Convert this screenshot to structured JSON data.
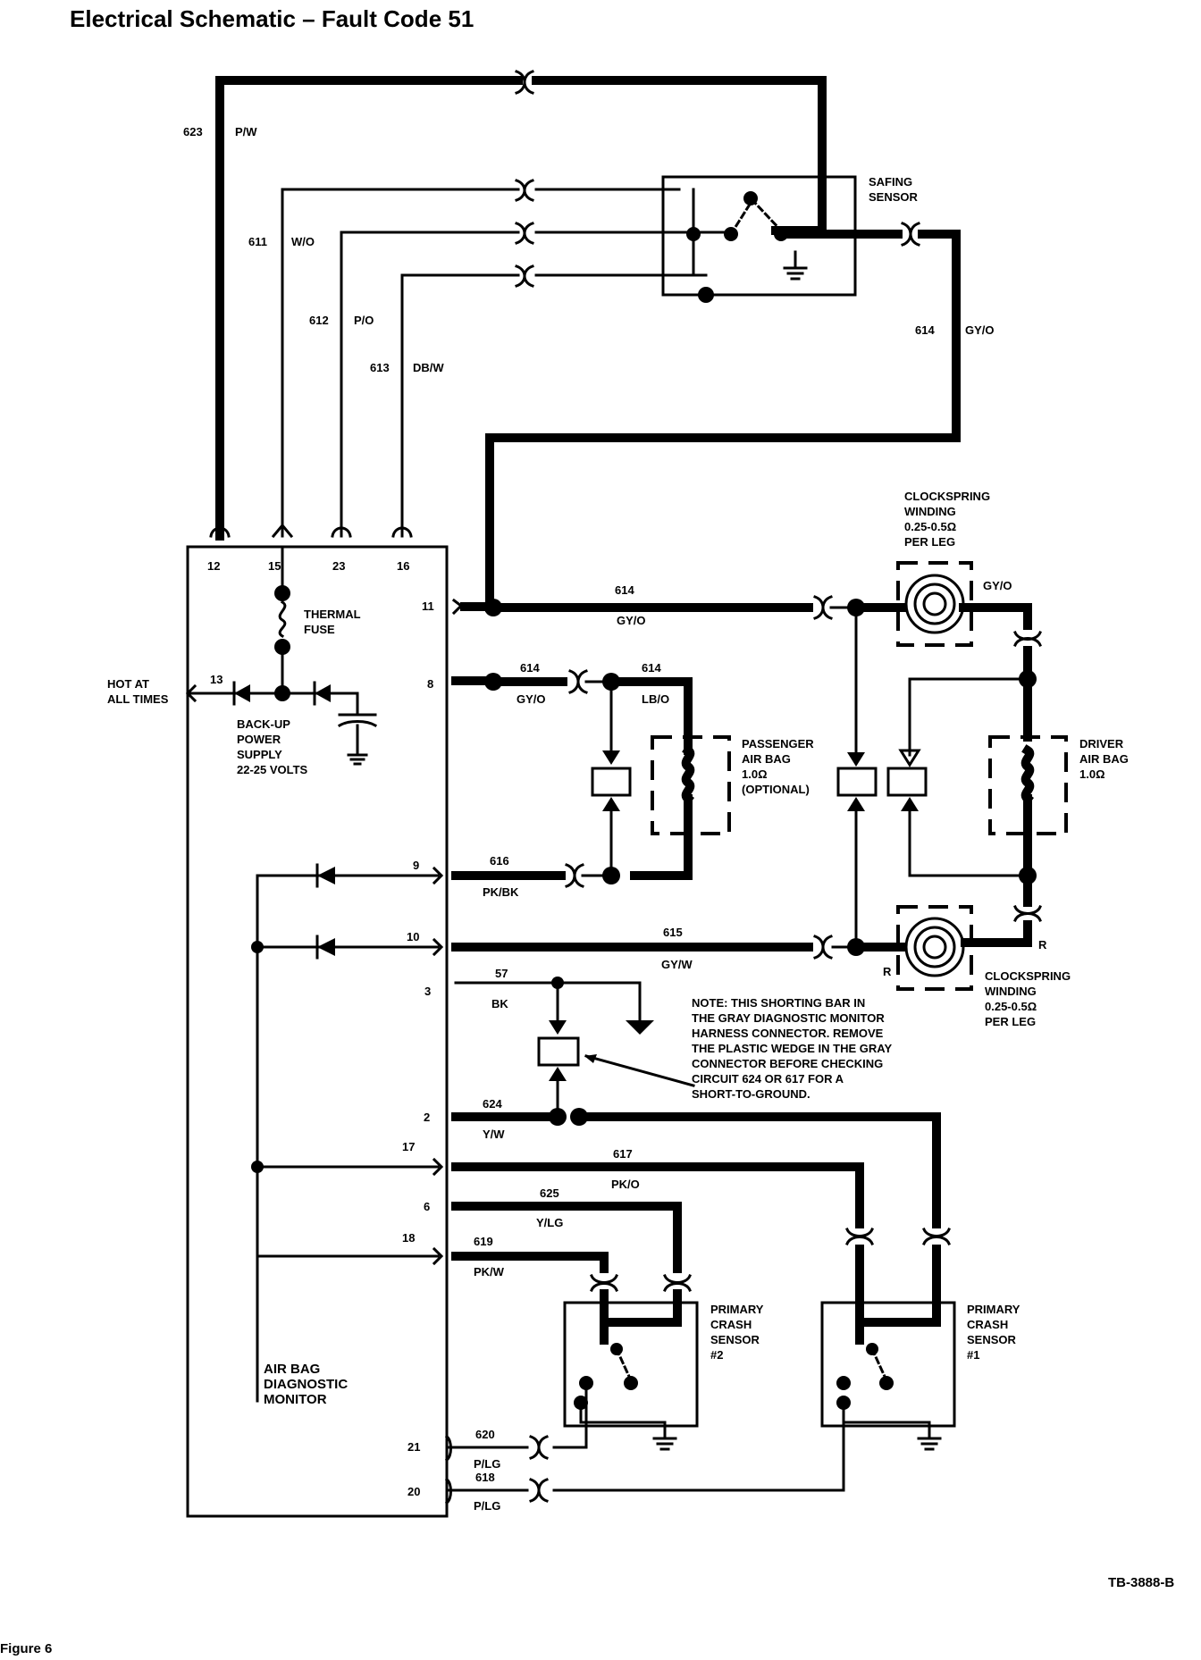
{
  "title": "Electrical Schematic – Fault Code 51",
  "figure_label": "Figure 6",
  "drawing_number": "TB-3888-B",
  "components": {
    "monitor": "AIR BAG DIAGNOSTIC MONITOR",
    "safing_sensor": [
      "SAFING",
      "SENSOR"
    ],
    "thermal_fuse": [
      "THERMAL",
      "FUSE"
    ],
    "hot_at_all_times": [
      "HOT AT",
      "ALL TIMES"
    ],
    "backup_supply": [
      "BACK-UP",
      "POWER",
      "SUPPLY",
      "22-25 VOLTS"
    ],
    "passenger_air_bag": [
      "PASSENGER",
      "AIR BAG",
      "1.0Ω",
      "(OPTIONAL)"
    ],
    "driver_air_bag": [
      "DRIVER",
      "AIR BAG",
      "1.0Ω"
    ],
    "clockspring_top": [
      "CLOCKSPRING",
      "WINDING",
      "0.25-0.5Ω",
      "PER LEG"
    ],
    "clockspring_bottom": [
      "CLOCKSPRING",
      "WINDING",
      "0.25-0.5Ω",
      "PER LEG"
    ],
    "crash_sensor_2": [
      "PRIMARY",
      "CRASH",
      "SENSOR",
      "#2"
    ],
    "crash_sensor_1": [
      "PRIMARY",
      "CRASH",
      "SENSOR",
      "#1"
    ],
    "note": [
      "NOTE:  THIS SHORTING BAR IN",
      "THE GRAY DIAGNOSTIC MONITOR",
      "HARNESS CONNECTOR. REMOVE",
      "THE PLASTIC WEDGE IN THE GRAY",
      "CONNECTOR BEFORE CHECKING",
      "CIRCUIT 624 OR 617 FOR A",
      "SHORT-TO-GROUND."
    ]
  },
  "pins": {
    "top": [
      "12",
      "15",
      "23",
      "16"
    ],
    "p13": "13",
    "p11": "11",
    "p8": "8",
    "p9": "9",
    "p10": "10",
    "p3": "3",
    "p2": "2",
    "p17": "17",
    "p6": "6",
    "p18": "18",
    "p21": "21",
    "p20": "20"
  },
  "circuits": {
    "c623": {
      "num": "623",
      "color": "P/W"
    },
    "c611": {
      "num": "611",
      "color": "W/O"
    },
    "c612": {
      "num": "612",
      "color": "P/O"
    },
    "c613": {
      "num": "613",
      "color": "DB/W"
    },
    "c614_right": {
      "num": "614",
      "color": "GY/O"
    },
    "c614_pin11": {
      "num": "614",
      "color": "GY/O"
    },
    "c614_pin8": {
      "num": "614",
      "color": "GY/O"
    },
    "c614_lbo": {
      "num": "614",
      "color": "LB/O"
    },
    "c614_cs": {
      "color": "GY/O"
    },
    "c616": {
      "num": "616",
      "color": "PK/BK"
    },
    "c615": {
      "num": "615",
      "color": "GY/W"
    },
    "c57": {
      "num": "57",
      "color": "BK"
    },
    "c624": {
      "num": "624",
      "color": "Y/W"
    },
    "c617": {
      "num": "617",
      "color": "PK/O"
    },
    "c625": {
      "num": "625",
      "color": "Y/LG"
    },
    "c619": {
      "num": "619",
      "color": "PK/W"
    },
    "c620": {
      "num": "620",
      "color": "P/LG"
    },
    "c618": {
      "num": "618",
      "color": "P/LG"
    },
    "r_top": "R",
    "r_bottom": "R"
  },
  "colors": {
    "ink": "#000000",
    "paper": "#ffffff"
  }
}
